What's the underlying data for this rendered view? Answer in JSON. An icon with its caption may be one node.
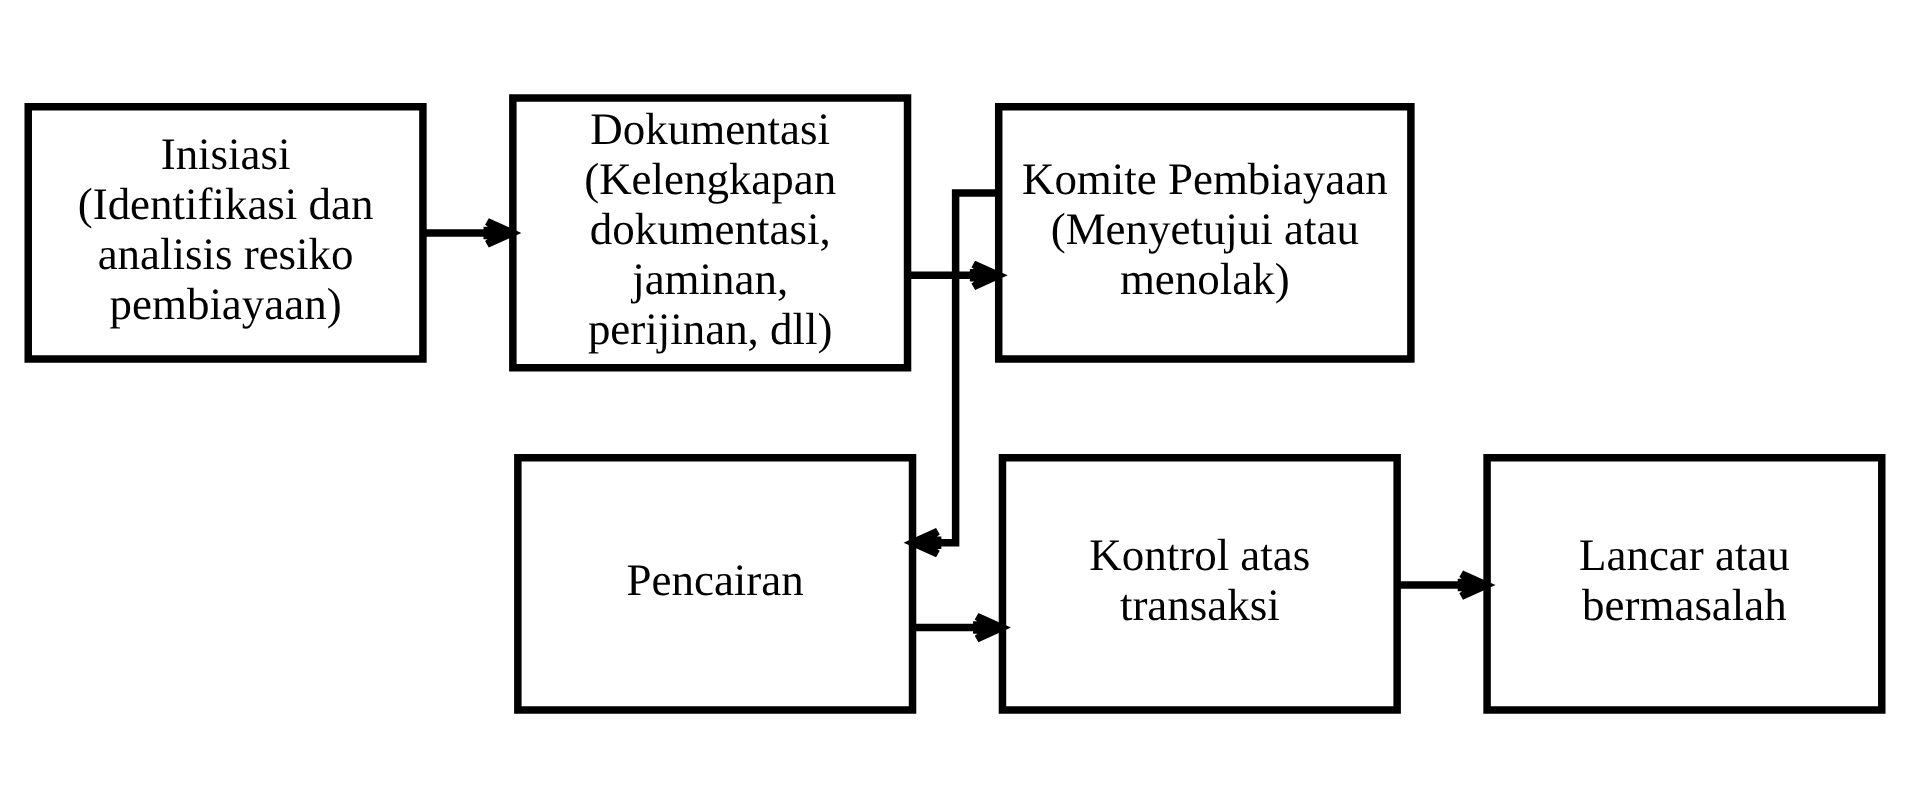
{
  "diagram": {
    "nodes": [
      {
        "text": [
          "Inisiasi (Identifikasi dan analisis resiko pembiayaan)"
        ]
      },
      {
        "text": [
          "Dokumentasi (Kelengkapan dokumentasi, jaminan, perijinan, dll)"
        ]
      },
      {
        "text": [
          "Komite Pembiayaan (Menyetujui atau menolak)"
        ]
      },
      {
        "text": [
          "Pencairan"
        ]
      },
      {
        "text": [
          "Kontrol atas transaksi"
        ]
      },
      {
        "text": [
          "Lancar atau bermasalah"
        ]
      }
    ],
    "edges": [
      {
        "from": 0,
        "to": 1,
        "arrow": "to"
      },
      {
        "from": 1,
        "to": 2,
        "arrow": "to"
      },
      {
        "from": 2,
        "to": 3,
        "arrow": "to"
      },
      {
        "from": 3,
        "to": 4,
        "arrow": "to"
      },
      {
        "from": 4,
        "to": 5,
        "arrow": "to"
      }
    ]
  }
}
